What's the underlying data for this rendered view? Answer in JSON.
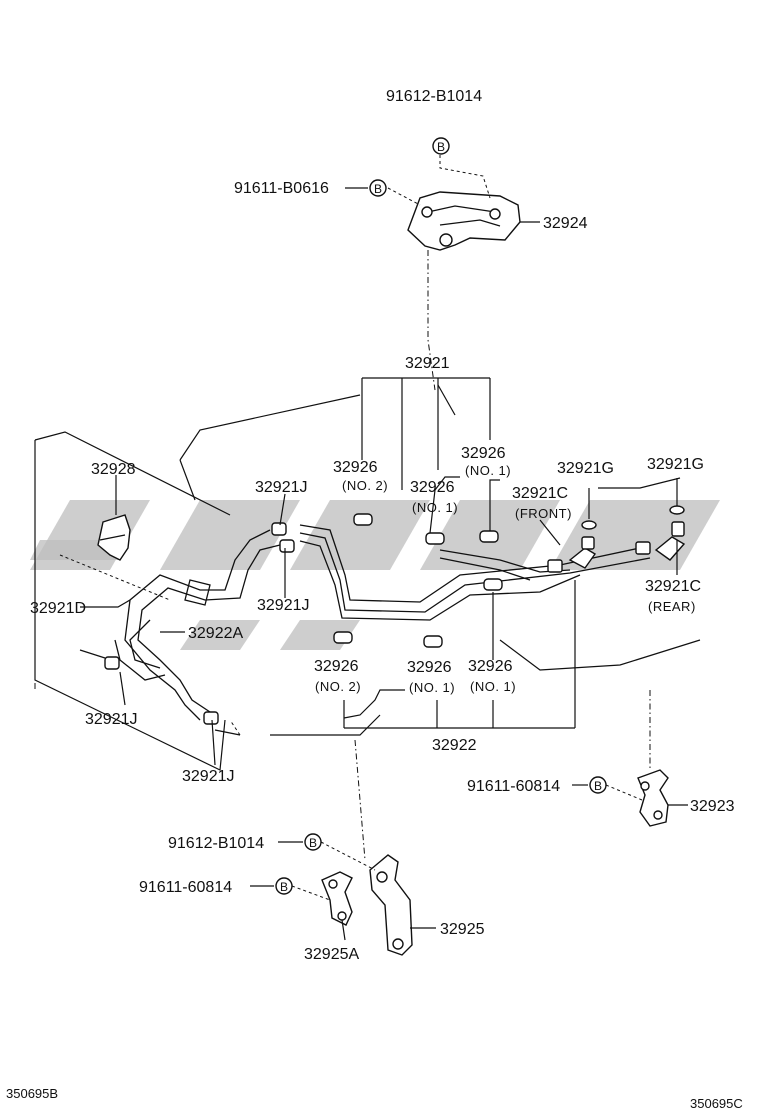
{
  "labels": {
    "p91612_top": "91612-B1014",
    "bolt_b_top": "B",
    "p91611_b0616": "91611-B0616",
    "bolt_b_left": "B",
    "p32924": "32924",
    "p32921": "32921",
    "p32926_no2_top": "32926",
    "p32926_no2_top_sub": "(NO. 2)",
    "p32926_no1_a": "32926",
    "p32926_no1_a_sub": "(NO. 1)",
    "p32926_no1_b": "32926",
    "p32926_no1_b_sub": "(NO. 1)",
    "p32921G_a": "32921G",
    "p32921G_b": "32921G",
    "p32921C_front": "32921C",
    "p32921C_front_sub": "(FRONT)",
    "p32921C_rear": "32921C",
    "p32921C_rear_sub": "(REAR)",
    "p32928": "32928",
    "p32921J_a": "32921J",
    "p32921J_b": "32921J",
    "p32921J_c": "32921J",
    "p32921J_d": "32921J",
    "p32921D": "32921D",
    "p32922A": "32922A",
    "p32926_no2_low": "32926",
    "p32926_no2_low_sub": "(NO. 2)",
    "p32926_no1_low_a": "32926",
    "p32926_no1_low_a_sub": "(NO. 1)",
    "p32926_no1_low_b": "32926",
    "p32926_no1_low_b_sub": "(NO. 1)",
    "p32922": "32922",
    "p91611_60814_right": "91611-60814",
    "bolt_b_right": "B",
    "p32923": "32923",
    "p91612_bottom": "91612-B1014",
    "bolt_b_bottom1": "B",
    "p91611_60814_bottom": "91611-60814",
    "bolt_b_bottom2": "B",
    "p32925": "32925",
    "p32925A": "32925A",
    "corner_left": "350695B",
    "corner_right": "350695C"
  }
}
